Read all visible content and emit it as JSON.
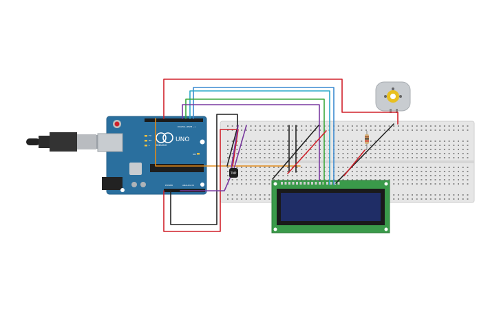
{
  "arduino": {
    "brand": "UNO",
    "logo_text": "ARDUINO",
    "digital_label": "DIGITAL (PWM ~)",
    "power_label": "POWER",
    "analog_label": "ANALOG IN",
    "led_tx": "TX",
    "led_rx": "RX",
    "led_l": "L",
    "led_on": "ON"
  },
  "sensor": {
    "label": "TMP"
  },
  "lcd": {
    "text_line1": "",
    "text_line2": ""
  },
  "colors": {
    "board": "#2a6f9e",
    "breadboard": "#e6e6e6",
    "lcd_pcb": "#3a9a4a",
    "lcd_screen": "#1f2d66",
    "wire_red": "#d0202a",
    "wire_black": "#222222",
    "wire_green": "#3aa83a",
    "wire_blue": "#3a8ad0",
    "wire_cyan": "#2aa8c8",
    "wire_purple": "#7a3aa0",
    "wire_orange": "#e08a1a",
    "motor_body": "#c8ccd0",
    "motor_hub": "#e8c020"
  }
}
